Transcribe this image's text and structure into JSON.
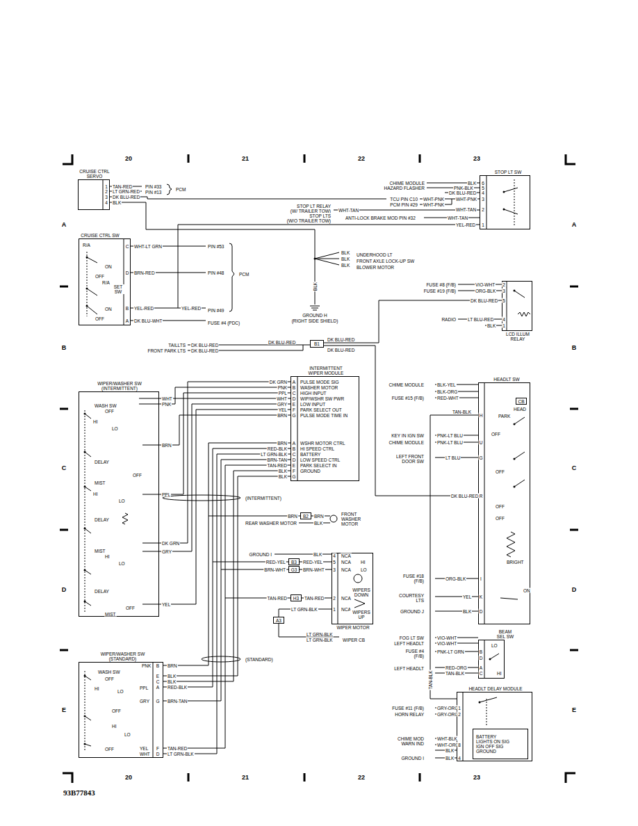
{
  "diagram": {
    "nodes": [
      {
        "text": [
          "CRUISE CTRL SERVO"
        ]
      },
      {
        "text": [
          "CRUISE CTRL SW"
        ]
      },
      {
        "text": [
          "STOP LT SW"
        ]
      },
      {
        "text": [
          "LCD ILLUM RELAY"
        ]
      },
      {
        "text": [
          "HEADLT SW"
        ]
      },
      {
        "text": [
          "INTERMITTENT WIPER MODULE"
        ]
      },
      {
        "text": [
          "WIPER/WASHER SW (INTERMITTENT)"
        ]
      },
      {
        "text": [
          "WIPER MOTOR"
        ]
      },
      {
        "text": [
          "BEAM SEL SW"
        ]
      },
      {
        "text": [
          "HEADLT DELAY MODULE"
        ]
      },
      {
        "text": [
          "WIPER/WASHER SW (STANDARD)"
        ]
      },
      {
        "text": [
          "BATTERY",
          "LIGHTS ON SIG",
          "IGN OFF SIG",
          "GROUND"
        ],
        "in": 9
      },
      {
        "text": [
          "CB"
        ],
        "in": 4
      },
      {
        "text": [
          "B1"
        ]
      },
      {
        "text": [
          "B2"
        ]
      },
      {
        "text": [
          "B3"
        ]
      },
      {
        "text": [
          "G3"
        ]
      },
      {
        "text": [
          "H3"
        ]
      },
      {
        "text": [
          "A3"
        ]
      }
    ],
    "edges": [
      {
        "from": 6,
        "to": 5,
        "label": "WHT",
        "arrow": "none"
      },
      {
        "from": 6,
        "to": 5,
        "label": "PNK",
        "arrow": "none"
      },
      {
        "from": 6,
        "to": 5,
        "label": "BRN",
        "arrow": "none"
      },
      {
        "from": 6,
        "to": 5,
        "label": "PPL",
        "arrow": "none"
      },
      {
        "from": 6,
        "to": 5,
        "label": "DK GRN",
        "arrow": "none"
      },
      {
        "from": 6,
        "to": 5,
        "label": "GRY",
        "arrow": "none"
      },
      {
        "from": 6,
        "to": 5,
        "label": "YEL",
        "arrow": "none"
      },
      {
        "from": 15,
        "to": 7,
        "label": "RED-YEL",
        "arrow": "none"
      },
      {
        "from": 16,
        "to": 7,
        "label": "BRN-WHT",
        "arrow": "none"
      },
      {
        "from": 17,
        "to": 7,
        "label": "TAN-RED",
        "arrow": "none"
      },
      {
        "from": 18,
        "to": 7,
        "label": "LT GRN-BLK",
        "arrow": "none"
      },
      {
        "from": 4,
        "to": 13,
        "label": "DK BLU-RED",
        "arrow": "none"
      },
      {
        "from": 13,
        "to": 3,
        "label": "DK BLU-RED",
        "arrow": "none"
      },
      {
        "from": 4,
        "to": 9,
        "label": "TAN-BLK",
        "arrow": "none"
      }
    ],
    "labels": [
      "20",
      "21",
      "22",
      "23",
      "A",
      "A",
      "B",
      "B",
      "C",
      "C",
      "D",
      "D",
      "E",
      "E",
      "20",
      "21",
      "22",
      "23",
      "93B77843",
      "1",
      "2",
      "3",
      "4",
      "TAN-RED",
      "LT GRN-RED",
      "DK BLU-RED",
      "BLK",
      "PIN #33",
      "PIN #13",
      "PCM",
      "R/A",
      "ON",
      "OFF",
      "R/A",
      "SET SW",
      "ON",
      "OFF",
      "C",
      "D",
      "B",
      "A",
      "WHT-LT GRN",
      "PIN #53",
      "BRN-RED",
      "PIN #48",
      "YEL-RED",
      "YEL-RED",
      "PIN #49",
      "PCM",
      "DK BLU-WHT",
      "FUSE #4 (PDC)",
      "BLK",
      "GROUND H",
      "(RIGHT SIDE SHIELD)",
      "BLK",
      "UNDERHOOD LT",
      "BLK",
      "FRONT AXLE LOCK-UP SW",
      "BLK",
      "BLOWER MOTOR",
      "6",
      "5",
      "4",
      "3",
      "2",
      "1",
      "CHIME MODULE",
      "BLK",
      "HAZARD FLASHER",
      "PNK-BLK",
      "DK BLU-RED",
      "TCU PIN C10",
      "WHT-PNK",
      "WHT-PNK",
      "PCM PIN #29",
      "WHT-PNK",
      "WHT-TAN",
      "STOP LT RELAY",
      "(W/ TRAILER TOW)",
      "WHT-TAN",
      "STOP LTS",
      "(W/O TRAILER TOW)",
      "ANTI-LOCK BRAKE MOD PIN #32",
      "WHT-TAN",
      "YEL-RED",
      "2",
      "3",
      "5",
      "4",
      "1",
      "FUSE #8 (F/B)",
      "VIO-WHT",
      "FUSE #19 (F/B)",
      "ORG-BLK",
      "RADIO",
      "LT BLU-RED",
      "BLK",
      "TAILLTS",
      "DK BLU-RED",
      "FRONT PARK LTS",
      "DK BLU-RED",
      "DK BLU-RED",
      "DK BLU-RED",
      "DK BLU-RED",
      "A",
      "B",
      "C",
      "D",
      "E",
      "F",
      "G",
      "PULSE MODE SIG",
      "WASHER MOTOR",
      "HIGH INPUT",
      "WIP/WSHR SW PWR",
      "LOW INPUT",
      "PARK SELECT OUT",
      "PULSE MODE TIME IN",
      "A",
      "B",
      "C",
      "D",
      "E",
      "F",
      "G",
      "WSHR MOTOR CTRL",
      "HI SPEED CTRL",
      "BATTERY",
      "LOW SPEED CTRL",
      "PARK SELECT IN",
      "GROUND",
      "DK GRN",
      "PNK",
      "PPL",
      "WHT",
      "GRY",
      "YEL",
      "BRN",
      "BRN",
      "RED-BLK",
      "LT GRN-BLK",
      "BRN-TAN",
      "TAN-RED",
      "BLK",
      "BLK",
      "(INTERMITTENT)",
      "WASH SW",
      "OFF",
      "HI",
      "LO",
      "DELAY",
      "OFF",
      "MIST",
      "HI",
      "LO",
      "DELAY",
      "MIST",
      "HI",
      "LO",
      "DELAY",
      "OFF",
      "MIST",
      "BRN",
      "BRN",
      "REAR WASHER MOTOR",
      "BLK",
      "FRONT WASHER MOTOR",
      "GROUND I",
      "BLK",
      "RED-YEL",
      "BRN-WHT",
      "TAN-RED",
      "LT GRN-BLK",
      "LT GRN-BLK",
      "WIPER CB",
      "4",
      "5",
      "3",
      "2",
      "1",
      "NCA",
      "NCA",
      "NCA",
      "NCA",
      "NCA",
      "HI",
      "LO",
      "WIPERS DOWN",
      "WIPERS UP",
      "(STANDARD)",
      "WASH SW",
      "OFF",
      "HI",
      "LO",
      "OFF",
      "HI",
      "LO",
      "OFF",
      "PNK",
      "PPL",
      "GRY",
      "YEL",
      "WHT",
      "B",
      "E",
      "C",
      "A",
      "G",
      "F",
      "D",
      "BRN",
      "BLK",
      "BLK",
      "RED-BLK",
      "BRN-TAN",
      "TAN-RED",
      "LT GRN-BLK",
      "CHIME MODULE",
      "BLK-YEL",
      "BLK-ORG",
      "FUSE #15 (F/B)",
      "RED-WHT",
      "TAN-BLK",
      "KEY IN IGN SW",
      "PNK-LT BLU",
      "CHIME MODULE",
      "PNK-LT BLU",
      "LEFT FRONT DOOR SW",
      "LT BLU",
      "FUSE #18 (F/B)",
      "ORG-BLK",
      "COURTESY LTS",
      "YEL",
      "GROUND J",
      "BLK",
      "H",
      "U",
      "G",
      "R",
      "I",
      "K",
      "D",
      "HEAD",
      "PARK",
      "OFF",
      "OFF",
      "OFF",
      "OFF",
      "BRIGHT",
      "ON",
      "FOG LT SW",
      "VIO-WHT",
      "LEFT HEADLT",
      "VIO-WHT",
      "FUSE #4 (F/B)",
      "PNK-LT GRN",
      "LEFT HEADLT",
      "RED-ORG",
      "TAN-BLK",
      "B",
      "D",
      "A",
      "C",
      "LO",
      "HI",
      "FUSE #11 (F/B)",
      "GRY-ORG",
      "HORN RELAY",
      "GRY-ORG",
      "CHIME MOD WARN IND",
      "WHT-BLK",
      "WHT-ORG",
      "BLK",
      "GROUND I",
      "BLK",
      "1",
      "2",
      "8",
      "4"
    ]
  }
}
